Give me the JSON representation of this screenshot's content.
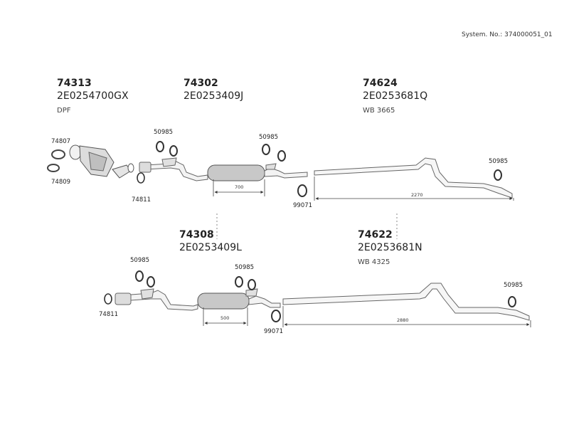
{
  "system_number": "System. No.: 374000051_01",
  "parts": {
    "p74313": {
      "number": "74313",
      "oem": "2E0254700GX",
      "note": "DPF"
    },
    "p74302": {
      "number": "74302",
      "oem": "2E0253409J"
    },
    "p74624": {
      "number": "74624",
      "oem": "2E0253681Q",
      "note": "WB 3665"
    },
    "p74308": {
      "number": "74308",
      "oem": "2E0253409L"
    },
    "p74622": {
      "number": "74622",
      "oem": "2E0253681N",
      "note": "WB 4325"
    }
  },
  "clamps": {
    "c74807": "74807",
    "c74809": "74809",
    "c74811_top": "74811",
    "c50985_a": "50985",
    "c50985_b": "50985",
    "c50985_c": "50985",
    "c99071_top": "99071",
    "c50985_d": "50985",
    "c50985_e": "50985",
    "c74811_bot": "74811",
    "c99071_bot": "99071",
    "c50985_f": "50985"
  },
  "dimensions": {
    "d700": "700",
    "d2270": "2270",
    "d500": "500",
    "d2880": "2880"
  }
}
